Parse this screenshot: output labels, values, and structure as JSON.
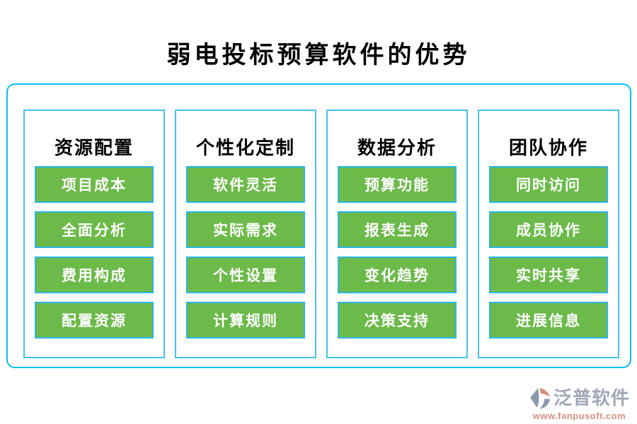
{
  "page": {
    "title": "弱电投标预算软件的优势",
    "columns": [
      {
        "header": "资源配置",
        "items": [
          "项目成本",
          "全面分析",
          "费用构成",
          "配置资源"
        ]
      },
      {
        "header": "个性化定制",
        "items": [
          "软件灵活",
          "实际需求",
          "个性设置",
          "计算规则"
        ]
      },
      {
        "header": "数据分析",
        "items": [
          "预算功能",
          "报表生成",
          "变化趋势",
          "决策支持"
        ]
      },
      {
        "header": "团队协作",
        "items": [
          "同时访问",
          "成员协作",
          "实时共享",
          "进展信息"
        ]
      }
    ],
    "watermark": {
      "brand": "泛普软件",
      "url": "www.fanpusoft.com",
      "logo_icon": "fanpu-logo-icon"
    },
    "colors": {
      "outer_border": "#07bdf2",
      "panel_border": "#45c2ea",
      "button_green": "#6cba49",
      "button_border": "#2bb5e8",
      "button_text": "#ffffff",
      "title_text": "#000000",
      "brand_text": "#a0a7b6",
      "brand_url_text": "#d8907e",
      "logo_gray": "#8d99ac",
      "logo_salmon": "#d98c76"
    }
  }
}
